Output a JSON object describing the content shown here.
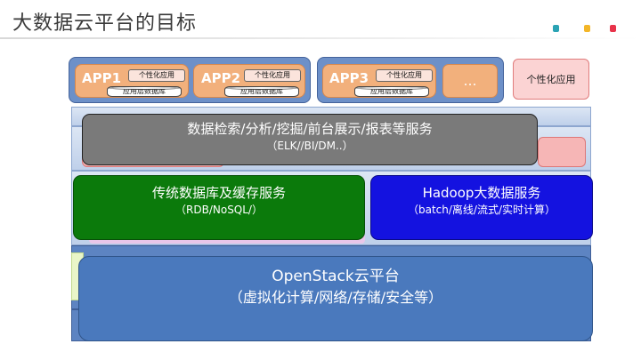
{
  "title": "大数据云平台的目标",
  "colors": {
    "corner_dots": [
      "#2aa3b4",
      "#f3b628",
      "#e8334a"
    ],
    "app_tier": "#6d90c8",
    "app_box": "#f2b07c",
    "analysis_layer": "#7a7a7a",
    "traditional_db_layer": "#0b7a0b",
    "hadoop_layer": "#1412e0",
    "openstack_layer": "#4a79bd"
  },
  "apps": [
    {
      "name": "APP1",
      "tag": "个性化应用",
      "db": "应用层数据库"
    },
    {
      "name": "APP2",
      "tag": "个性化应用",
      "db": "应用层数据库"
    },
    {
      "name": "APP3",
      "tag": "个性化应用",
      "db": "应用层数据库"
    }
  ],
  "apps_more": "…",
  "personal_app": "个性化应用",
  "layers": {
    "analysis": {
      "title": "数据检索/分析/挖掘/前台展示/报表等服务",
      "sub": "（ELK//BI/DM..）"
    },
    "traditional": {
      "title": "传统数据库及缓存服务",
      "sub": "（RDB/NoSQL/）"
    },
    "hadoop": {
      "title": "Hadoop大数据服务",
      "sub": "（batch/离线/流式/实时计算）"
    },
    "openstack": {
      "title": "OpenStack云平台",
      "sub": "（虚拟化计算/网络/存储/安全等）"
    }
  }
}
